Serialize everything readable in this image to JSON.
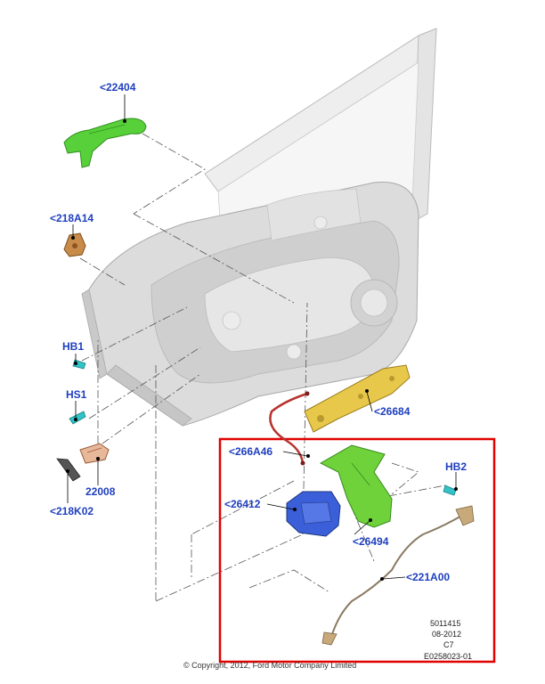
{
  "colors": {
    "callout": "#1f3fbf",
    "highlight_box": "#e00000",
    "bracket_green": "#6fd23a",
    "handle_green": "#58d03a",
    "motor_blue": "#3a5fd8",
    "reinforcement_yellow": "#e8c84a",
    "cable_red": "#b7332f",
    "copper": "#c8865a",
    "door_gray": "#d6d6d6",
    "leader_line": "#555555"
  },
  "callouts": [
    {
      "id": "c22404",
      "label": "<22404",
      "part": "exterior-door-handle",
      "icon": "door-handle-icon"
    },
    {
      "id": "c218a14",
      "label": "<218A14",
      "part": "handle-reinforcement",
      "icon": "bracket-icon"
    },
    {
      "id": "chb1",
      "label": "HB1",
      "part": "bolt",
      "icon": "bolt-icon"
    },
    {
      "id": "chs1",
      "label": "HS1",
      "part": "screw",
      "icon": "screw-icon"
    },
    {
      "id": "c22008",
      "label": "22008",
      "part": "lock-cylinder-clip",
      "icon": "clip-icon"
    },
    {
      "id": "c218k02",
      "label": "<218K02",
      "part": "handle-cover",
      "icon": "cover-icon"
    },
    {
      "id": "c26684",
      "label": "<26684",
      "part": "hinge-reinforcement",
      "icon": "reinforcement-icon"
    },
    {
      "id": "c266a46",
      "label": "<266A46",
      "part": "release-cable",
      "icon": "cable-icon"
    },
    {
      "id": "c26412",
      "label": "<26412",
      "part": "door-latch",
      "icon": "latch-icon"
    },
    {
      "id": "c26494",
      "label": "<26494",
      "part": "latch-bracket",
      "icon": "bracket-icon"
    },
    {
      "id": "chb2",
      "label": "HB2",
      "part": "bolt",
      "icon": "bolt-icon"
    },
    {
      "id": "c221a00",
      "label": "<221A00",
      "part": "remote-control-cable",
      "icon": "cable-icon"
    }
  ],
  "meta": {
    "code": "5011415",
    "date": "08-2012",
    "rev": "C7",
    "ref": "E0258023-01"
  },
  "copyright": "© Copyright, 2012, Ford Motor Company Limited"
}
